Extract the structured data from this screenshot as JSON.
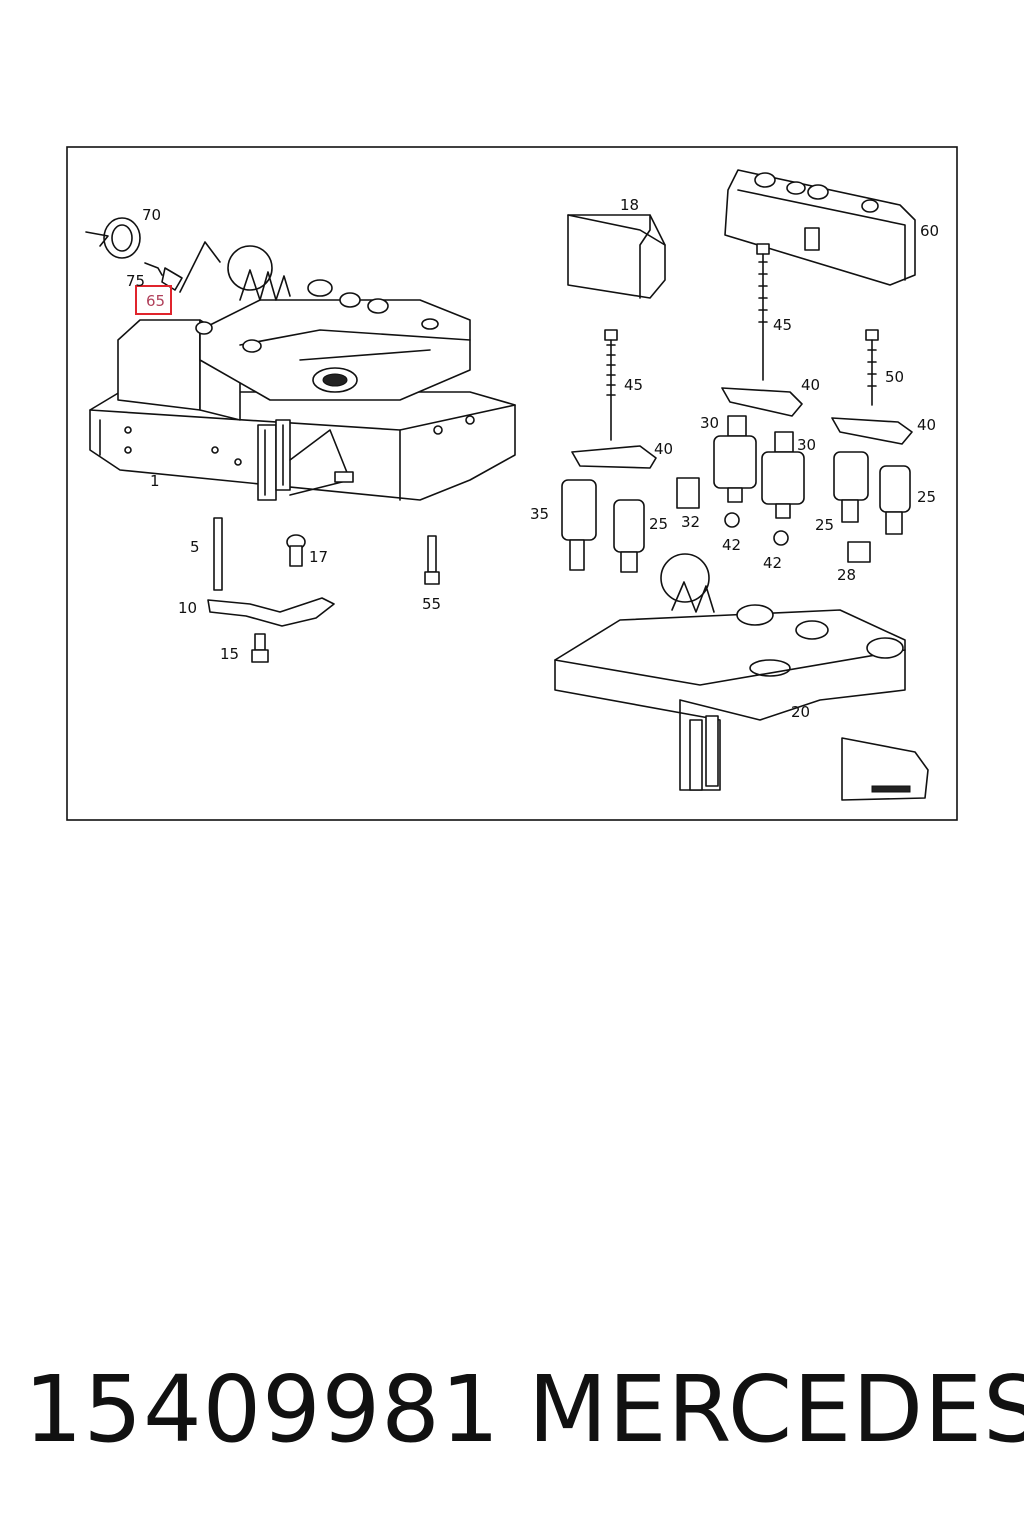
{
  "diagram": {
    "labels": {
      "p70": "70",
      "p75": "75",
      "p65": "65",
      "p1": "1",
      "p18": "18",
      "p60": "60",
      "p45a": "45",
      "p45b": "45",
      "p40a": "40",
      "p40b": "40",
      "p40c": "40",
      "p50": "50",
      "p30a": "30",
      "p30b": "30",
      "p25a": "25",
      "p25b": "25",
      "p25c": "25",
      "p35": "35",
      "p32": "32",
      "p42a": "42",
      "p42b": "42",
      "p28": "28",
      "p5": "5",
      "p17": "17",
      "p55": "55",
      "p10": "10",
      "p15": "15",
      "p20": "20"
    },
    "highlight_color": "#e0242c",
    "highlighted_part": "65"
  },
  "caption": {
    "part_number": "15409981",
    "brand": "MERCEDES"
  }
}
